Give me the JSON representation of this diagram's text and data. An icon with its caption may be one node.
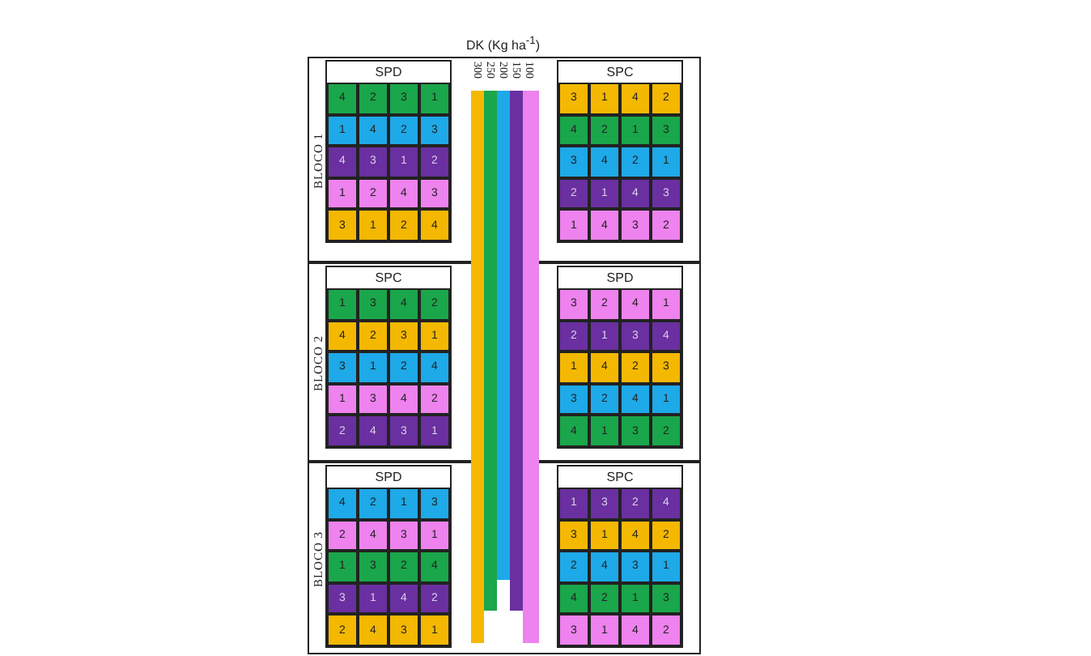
{
  "diagram": {
    "title": "DK (Kg ha$^{-1}$)",
    "nodes": [
      {
        "text": [
          "BLOCO 1"
        ]
      },
      {
        "text": [
          "SPD"
        ],
        "in": 0
      },
      {
        "text": [
          "4",
          "2",
          "3",
          "1"
        ],
        "in": 1
      },
      {
        "text": [
          "1",
          "4",
          "2",
          "3"
        ],
        "in": 1
      },
      {
        "text": [
          "4",
          "3",
          "1",
          "2"
        ],
        "in": 1
      },
      {
        "text": [
          "1",
          "2",
          "4",
          "3"
        ],
        "in": 1
      },
      {
        "text": [
          "3",
          "1",
          "2",
          "4"
        ],
        "in": 1
      },
      {
        "text": [
          "SPC"
        ],
        "in": 0
      },
      {
        "text": [
          "3",
          "1",
          "4",
          "2"
        ],
        "in": 7
      },
      {
        "text": [
          "4",
          "2",
          "1",
          "3"
        ],
        "in": 7
      },
      {
        "text": [
          "3",
          "4",
          "2",
          "1"
        ],
        "in": 7
      },
      {
        "text": [
          "2",
          "1",
          "4",
          "3"
        ],
        "in": 7
      },
      {
        "text": [
          "1",
          "4",
          "3",
          "2"
        ],
        "in": 7
      },
      {
        "text": [
          "BLOCO 2"
        ]
      },
      {
        "text": [
          "SPC"
        ],
        "in": 13
      },
      {
        "text": [
          "1",
          "3",
          "4",
          "2"
        ],
        "in": 14
      },
      {
        "text": [
          "4",
          "2",
          "3",
          "1"
        ],
        "in": 14
      },
      {
        "text": [
          "3",
          "1",
          "2",
          "4"
        ],
        "in": 14
      },
      {
        "text": [
          "1",
          "3",
          "4",
          "2"
        ],
        "in": 14
      },
      {
        "text": [
          "2",
          "4",
          "3",
          "1"
        ],
        "in": 14
      },
      {
        "text": [
          "SPD"
        ],
        "in": 13
      },
      {
        "text": [
          "3",
          "2",
          "4",
          "1"
        ],
        "in": 20
      },
      {
        "text": [
          "2",
          "1",
          "3",
          "4"
        ],
        "in": 20
      },
      {
        "text": [
          "1",
          "4",
          "2",
          "3"
        ],
        "in": 20
      },
      {
        "text": [
          "3",
          "2",
          "4",
          "1"
        ],
        "in": 20
      },
      {
        "text": [
          "4",
          "1",
          "3",
          "2"
        ],
        "in": 20
      },
      {
        "text": [
          "BLOCO 3"
        ]
      },
      {
        "text": [
          "SPD"
        ],
        "in": 26
      },
      {
        "text": [
          "4",
          "2",
          "1",
          "3"
        ],
        "in": 27
      },
      {
        "text": [
          "2",
          "4",
          "3",
          "1"
        ],
        "in": 27
      },
      {
        "text": [
          "1",
          "3",
          "2",
          "4"
        ],
        "in": 27
      },
      {
        "text": [
          "3",
          "1",
          "4",
          "2"
        ],
        "in": 27
      },
      {
        "text": [
          "2",
          "4",
          "3",
          "1"
        ],
        "in": 27
      },
      {
        "text": [
          "SPC"
        ],
        "in": 26
      },
      {
        "text": [
          "1",
          "3",
          "2",
          "4"
        ],
        "in": 33
      },
      {
        "text": [
          "3",
          "1",
          "4",
          "2"
        ],
        "in": 33
      },
      {
        "text": [
          "2",
          "4",
          "3",
          "1"
        ],
        "in": 33
      },
      {
        "text": [
          "4",
          "2",
          "1",
          "3"
        ],
        "in": 33
      },
      {
        "text": [
          "3",
          "1",
          "4",
          "2"
        ],
        "in": 33
      }
    ],
    "legend": [
      {
        "text": "300",
        "color": "#f5b800"
      },
      {
        "text": "250",
        "color": "#1aa64a"
      },
      {
        "text": "200",
        "color": "#1ea9e8"
      },
      {
        "text": "150",
        "color": "#6a2fa0"
      },
      {
        "text": "100",
        "color": "#ee82ee"
      }
    ]
  }
}
